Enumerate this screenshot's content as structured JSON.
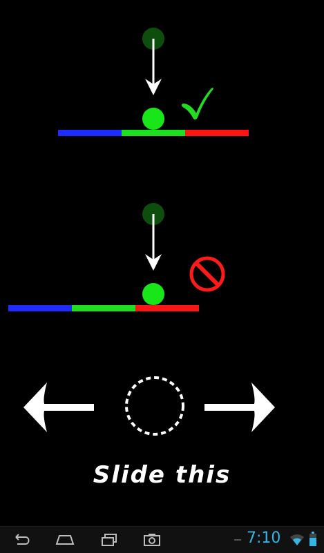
{
  "app": {
    "instruction_label": "Slide this"
  },
  "demo_correct": {
    "result": "correct",
    "result_icon": "checkmark-icon",
    "segment_colors": [
      "#1f2cff",
      "#1fe01f",
      "#ff1414"
    ]
  },
  "demo_wrong": {
    "result": "wrong",
    "result_icon": "prohibited-icon",
    "segment_colors": [
      "#1f2cff",
      "#1fe01f",
      "#ff1414"
    ]
  },
  "colors": {
    "background": "#000000",
    "ball_active": "#19e619",
    "ball_ghost": "#0d4d0d",
    "accent_clock": "#33b5e5",
    "check": "#22dd22",
    "prohibit": "#ff1a1a"
  },
  "navbar": {
    "back_icon": "back-icon",
    "home_icon": "home-icon",
    "recent_icon": "recent-apps-icon",
    "screenshot_icon": "camera-icon",
    "time": "7:10"
  }
}
